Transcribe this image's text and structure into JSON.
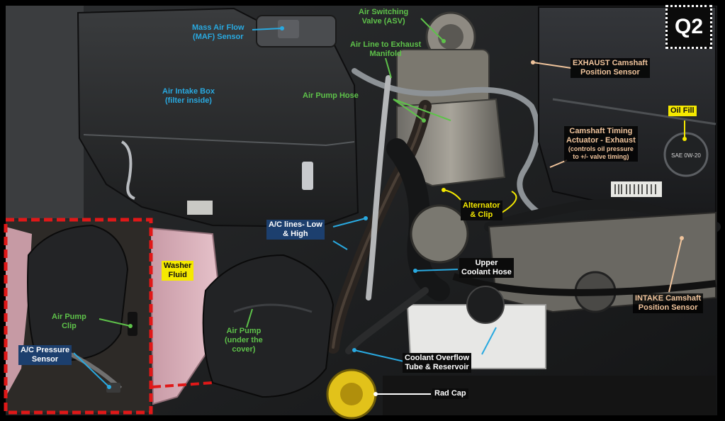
{
  "badge": "Q2",
  "colors": {
    "blue_label": "#29a9e0",
    "green_label": "#5ec24a",
    "tan_label": "#f0c49c",
    "navy_box": "#1c3f6e",
    "yellow_box": "#f5e900",
    "inset_border": "#e01818",
    "frame": "#000000"
  },
  "labels": {
    "maf_l1": "Mass Air Flow",
    "maf_l2": "(MAF) Sensor",
    "asv_l1": "Air Switching",
    "asv_l2": "Valve (ASV)",
    "airline_l1": "Air Line to Exhaust",
    "airline_l2": "Manifold",
    "intake_l1": "Air Intake Box",
    "intake_l2": "(filter inside)",
    "pumphose": "Air Pump Hose",
    "ex_cam_l1": "EXHAUST Camshaft",
    "ex_cam_l2": "Position Sensor",
    "oilfill": "Oil Fill",
    "cta_l1": "Camshaft Timing",
    "cta_l2": "Actuator -  Exhaust",
    "cta_l3": "(controls oil pressure",
    "cta_l4": "to  +/-  valve timing)",
    "alt_l1": "Alternator",
    "alt_l2": "& Clip",
    "ac_l1": "A/C lines- Low",
    "ac_l2": "& High",
    "upper_l1": "Upper",
    "upper_l2": "Coolant Hose",
    "washer_l1": "Washer",
    "washer_l2": "Fluid",
    "pumpclip_l1": "Air Pump",
    "pumpclip_l2": "Clip",
    "acps_l1": "A/C Pressure",
    "acps_l2": "Sensor",
    "airpump_l1": "Air Pump",
    "airpump_l2": "(under the",
    "airpump_l3": "cover)",
    "overflow_l1": "Coolant Overflow",
    "overflow_l2": "Tube & Reservoir",
    "intake_cam_l1": "INTAKE Camshaft",
    "intake_cam_l2": "Position Sensor",
    "radcap": "Rad Cap"
  },
  "engine_text": {
    "oil_cap": "SAE 0W-20"
  }
}
